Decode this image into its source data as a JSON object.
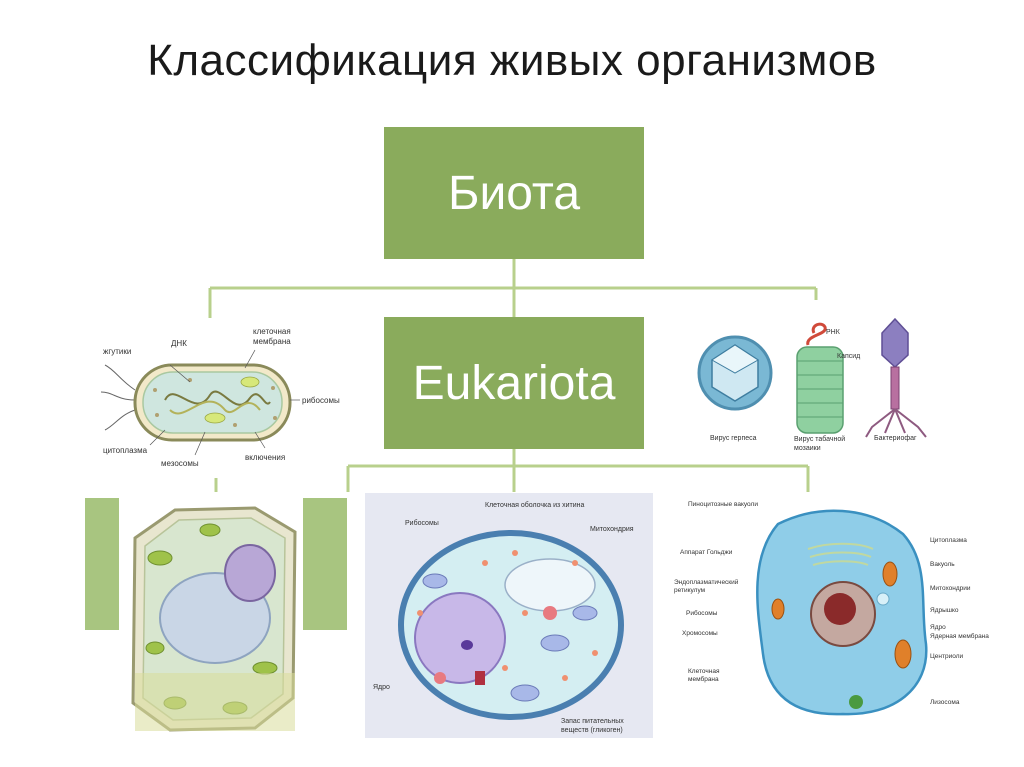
{
  "title": "Классификация живых организмов",
  "nodes": {
    "root": "Биота",
    "eukariota": "Eukariota"
  },
  "colors": {
    "box_fill": "#8aab5c",
    "connector": "#b8d08c"
  },
  "bacterium_labels": {
    "flagella": "жгутики",
    "dna": "ДНК",
    "membrane_1": "клеточная",
    "membrane_2": "мембрана",
    "ribosomes": "рибосомы",
    "cytoplasm": "цитоплазма",
    "mesosomes": "мезосомы",
    "inclusions": "включения"
  },
  "virus_labels": {
    "rna": "РНК",
    "capsid": "Капсид",
    "herpes": "Вирус герпеса",
    "tmv_1": "Вирус табачной",
    "tmv_2": "мозаики",
    "phage": "Бактериофаг"
  },
  "fungal_cell_labels": {
    "chitin_wall": "Клеточная оболочка из хитина",
    "ribosomes": "Рибосомы",
    "mitochondria": "Митохондрия",
    "nucleus": "Ядро",
    "glycogen_1": "Запас питательных",
    "glycogen_2": "веществ (гликоген)"
  },
  "animal_cell_labels": {
    "pinocytotic": "Пиноцитозные вакуоли",
    "golgi": "Аппарат Гольджи",
    "er_1": "Эндоплазматический",
    "er_2": "ретикулум",
    "ribosomes": "Рибосомы",
    "chromosomes": "Хромосомы",
    "membrane_1": "Клеточная",
    "membrane_2": "мембрана",
    "cytoplasm": "Цитоплазма",
    "vacuole": "Вакуоль",
    "mitochondria": "Митохондрии",
    "nucleolus": "Ядрышко",
    "nucleus": "Ядро",
    "nuclear_membrane": "Ядерная мембрана",
    "centrioles": "Центриоли",
    "lysosome": "Лизосома"
  }
}
